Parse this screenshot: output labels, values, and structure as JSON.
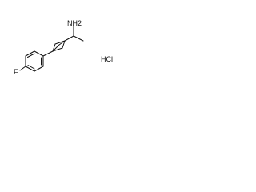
{
  "molecule": {
    "amine_label": "NH2",
    "fluorine_label": "F",
    "salt_label": "HCl"
  },
  "colors": {
    "bond": "#111111",
    "background": "#ffffff"
  }
}
